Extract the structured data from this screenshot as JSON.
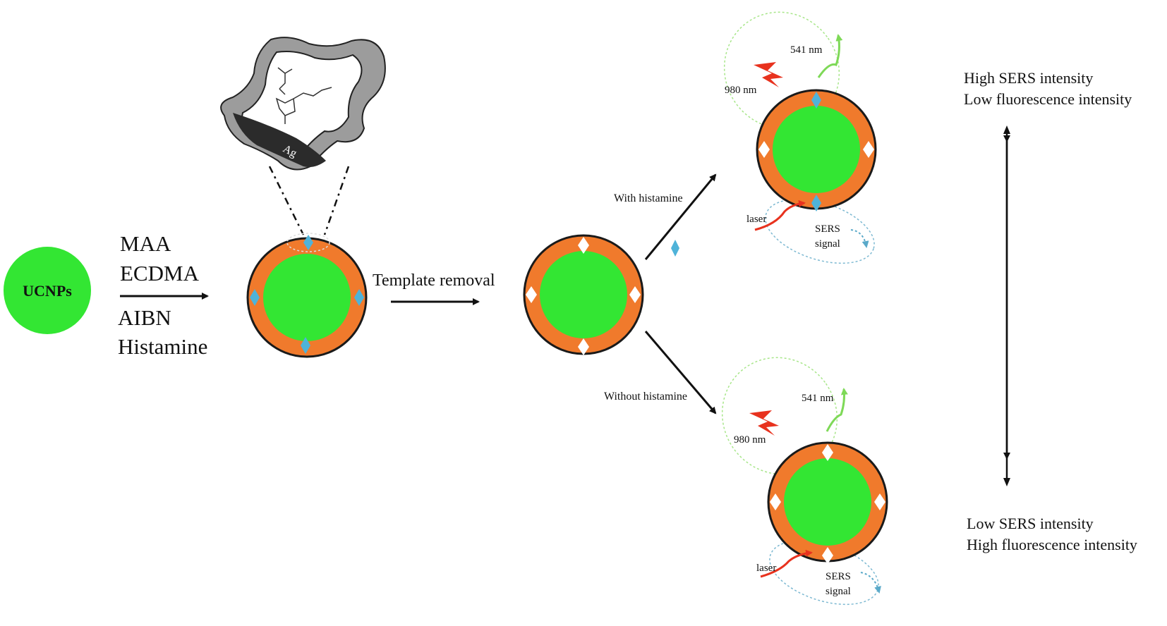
{
  "colors": {
    "core": "#33e633",
    "shell": "#f07a2c",
    "outline": "#1a1a1a",
    "template_site": "#4fb3d9",
    "empty_site": "#ffffff",
    "arrow": "#111111",
    "laser_red": "#e8321e",
    "emission_green": "#7ed957",
    "sers_blue": "#5aa9c9"
  },
  "start": {
    "label": "UCNPs"
  },
  "reagents": {
    "line1": "MAA",
    "line2": "ECDMA",
    "line3": "AIBN",
    "line4": "Histamine"
  },
  "inset": {
    "metal_label": "Ag"
  },
  "step2": {
    "label": "Template removal"
  },
  "branch": {
    "with_label": "With histamine",
    "without_label": "Without histamine"
  },
  "top_result": {
    "excitation_label": "980 nm",
    "emission_label": "541 nm",
    "laser_label": "laser",
    "sers_label_1": "SERS",
    "sers_label_2": "signal"
  },
  "bottom_result": {
    "excitation_label": "980 nm",
    "emission_label": "541 nm",
    "laser_label": "laser",
    "sers_label_1": "SERS",
    "sers_label_2": "signal"
  },
  "summary": {
    "top_line1": "High SERS intensity",
    "top_line2": "Low fluorescence intensity",
    "bottom_line1": "Low SERS intensity",
    "bottom_line2": "High fluorescence intensity"
  },
  "icons": [
    "lightning-icon",
    "diamond-icon",
    "arrow-icon"
  ]
}
